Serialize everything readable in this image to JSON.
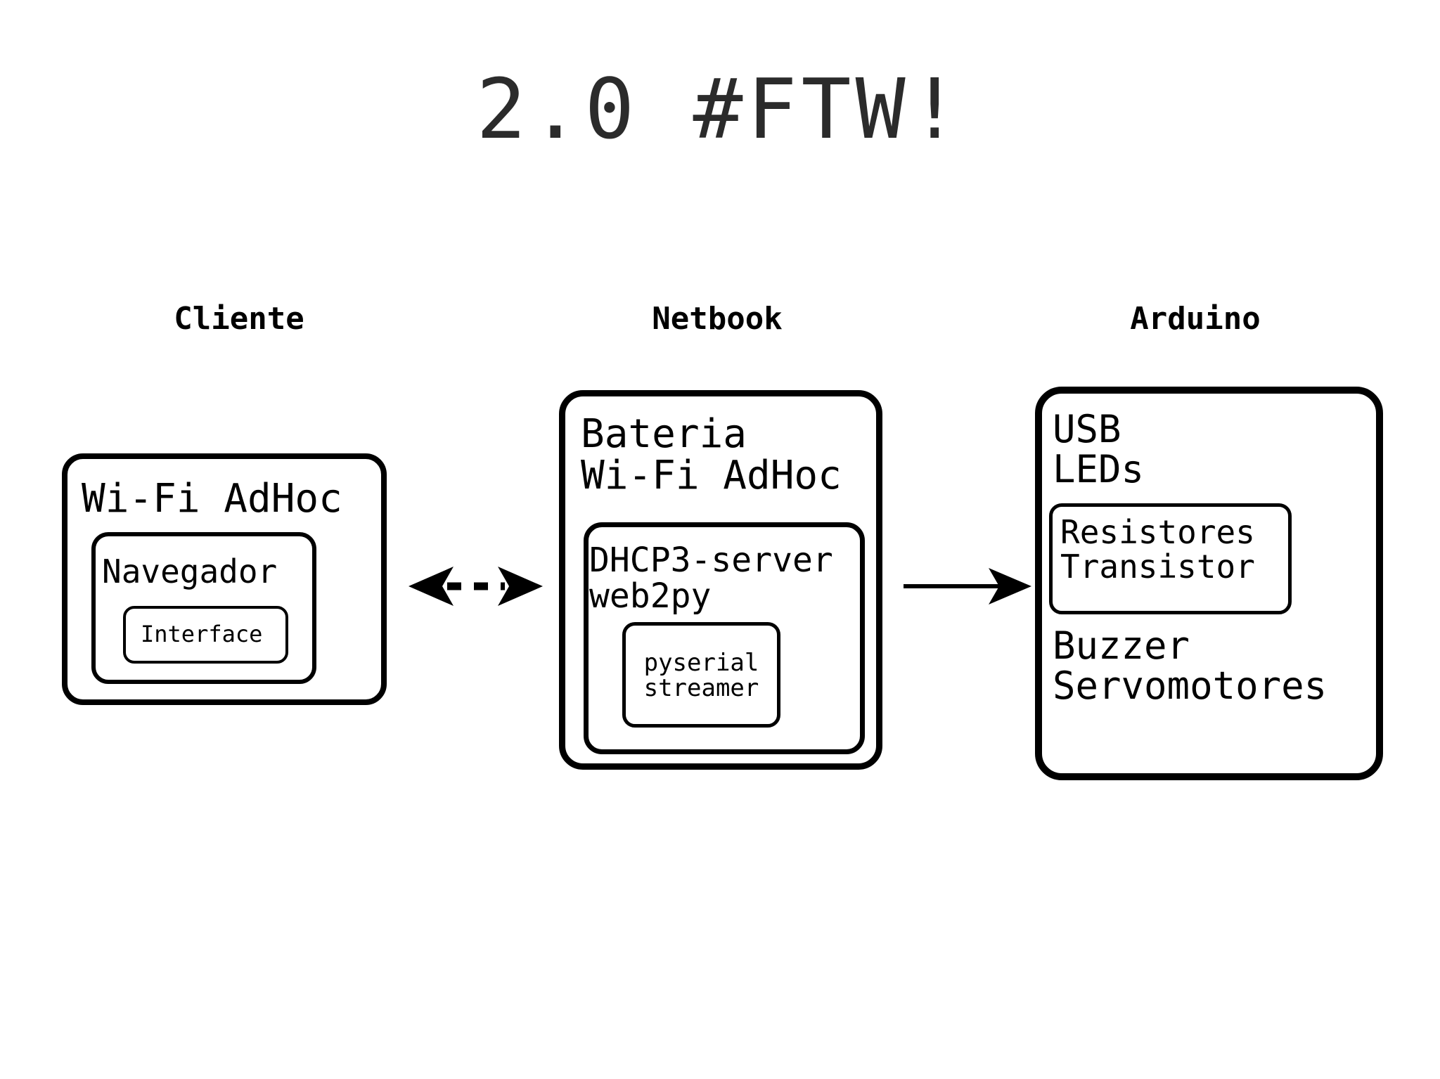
{
  "title": "2.0 #FTW!",
  "columns": {
    "cliente": "Cliente",
    "netbook": "Netbook",
    "arduino": "Arduino"
  },
  "cliente": {
    "outer_label": "Wi-Fi AdHoc",
    "mid_label": "Navegador",
    "inner_label": "Interface"
  },
  "netbook": {
    "outer_label": "Bateria\nWi-Fi AdHoc",
    "mid_label": "DHCP3-server\nweb2py",
    "inner_label": "pyserial\nstreamer"
  },
  "arduino": {
    "head_label": "USB\nLEDs",
    "inner_label": "Resistores\nTransistor",
    "tail_label": "Buzzer\nServomotores"
  },
  "connectors": [
    {
      "name": "cliente-netbook",
      "style": "dashed",
      "direction": "bidirectional",
      "from": "Cliente",
      "to": "Netbook"
    },
    {
      "name": "netbook-arduino",
      "style": "solid",
      "direction": "forward",
      "from": "Netbook",
      "to": "Arduino"
    }
  ],
  "colors": {
    "background": "#ffffff",
    "stroke": "#000000",
    "title": "#2b2b2b"
  }
}
